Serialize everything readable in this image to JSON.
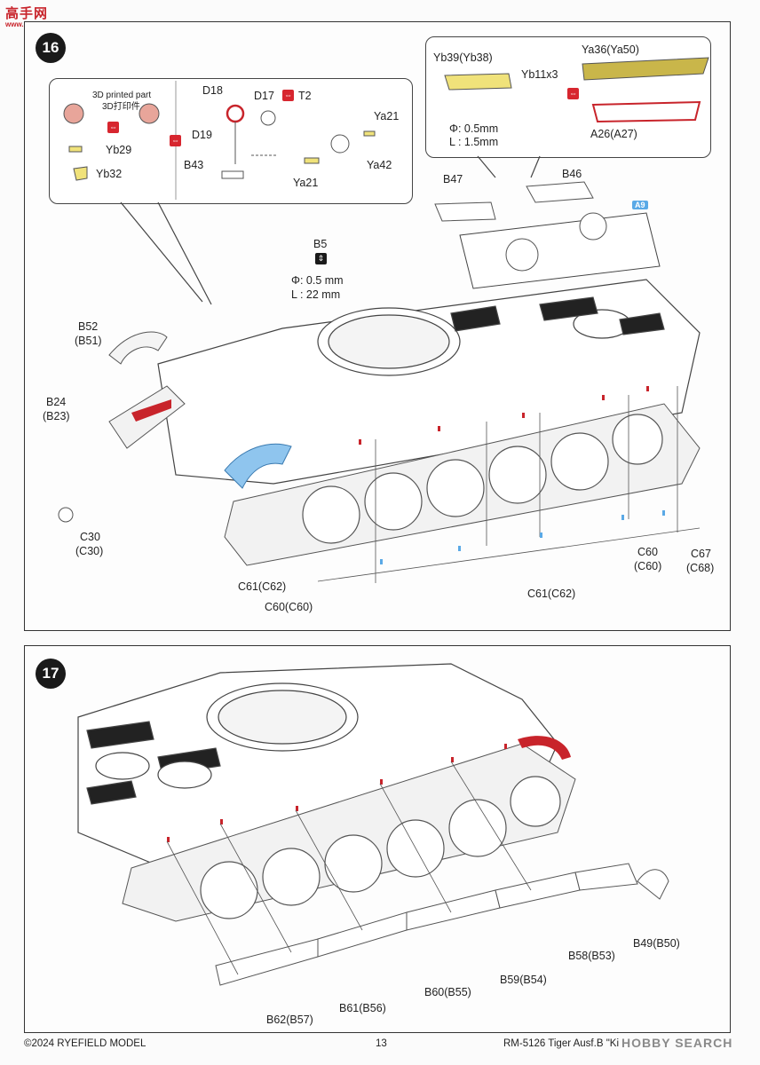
{
  "watermark": {
    "title": "高手网",
    "url": "www.gaoshou.com"
  },
  "step16": {
    "number": "16",
    "callout_left": {
      "printed_en": "3D printed part",
      "printed_cn": "3D打印件",
      "labels": [
        "Yb29",
        "Yb32",
        "D18",
        "D17",
        "T2",
        "D19",
        "B43",
        "Ya21",
        "Ya42",
        "Ya21"
      ]
    },
    "callout_right": {
      "labels": [
        "Yb39(Yb38)",
        "Yb11x3",
        "Ya36(Ya50)",
        "A26(A27)"
      ],
      "phi": "Φ: 0.5mm",
      "len": "L : 1.5mm"
    },
    "labels": {
      "b47": "B47",
      "b46": "B46",
      "a9": "A9",
      "b5": "B5",
      "b5_phi": "Φ: 0.5 mm",
      "b5_len": "L : 22  mm",
      "b52": "B52",
      "b51": "(B51)",
      "b24": "B24",
      "b23": "(B23)",
      "c30a": "C30",
      "c30b": "(C30)",
      "c61a": "C61(C62)",
      "c60a": "C60(C60)",
      "c61b": "C61(C62)",
      "c60b": "C60",
      "c60c": "(C60)",
      "c67": "C67",
      "c68": "(C68)"
    }
  },
  "step17": {
    "number": "17",
    "labels": {
      "b49": "B49(B50)",
      "b58": "B58(B53)",
      "b59": "B59(B54)",
      "b60": "B60(B55)",
      "b61": "B61(B56)",
      "b62": "B62(B57)"
    }
  },
  "footer": {
    "copyright": "©2024 RYEFIELD MODEL",
    "page": "13",
    "product": "RM-5126 Tiger Ausf.B \"King Tiger\" Early",
    "search_logo": "HOBBY SEARCH"
  }
}
